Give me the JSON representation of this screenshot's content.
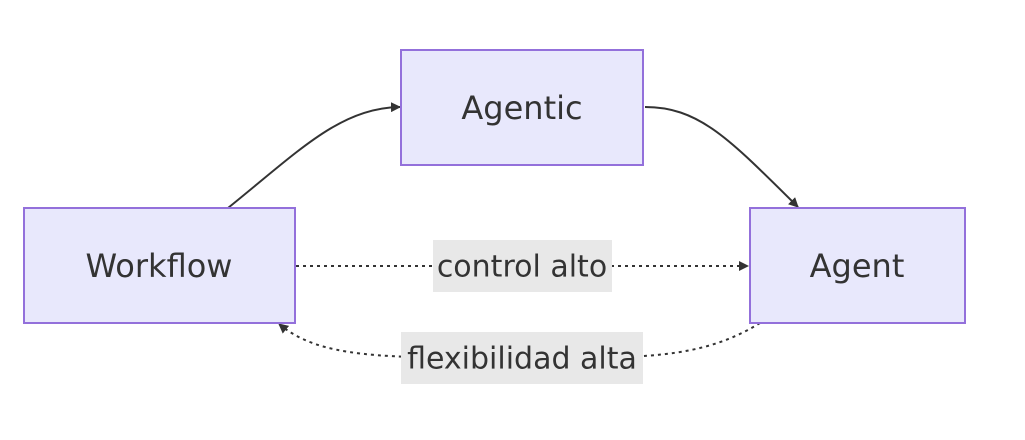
{
  "nodes": {
    "workflow": "Workflow",
    "agentic": "Agentic",
    "agent": "Agent"
  },
  "edges": {
    "workflow_to_agent_label": "control alto",
    "agent_to_workflow_label": "flexibilidad alta"
  },
  "colors": {
    "node_fill": "#e8e8fc",
    "node_border": "#9370db",
    "edge": "#333333",
    "label_background": "#e8e8e8"
  }
}
